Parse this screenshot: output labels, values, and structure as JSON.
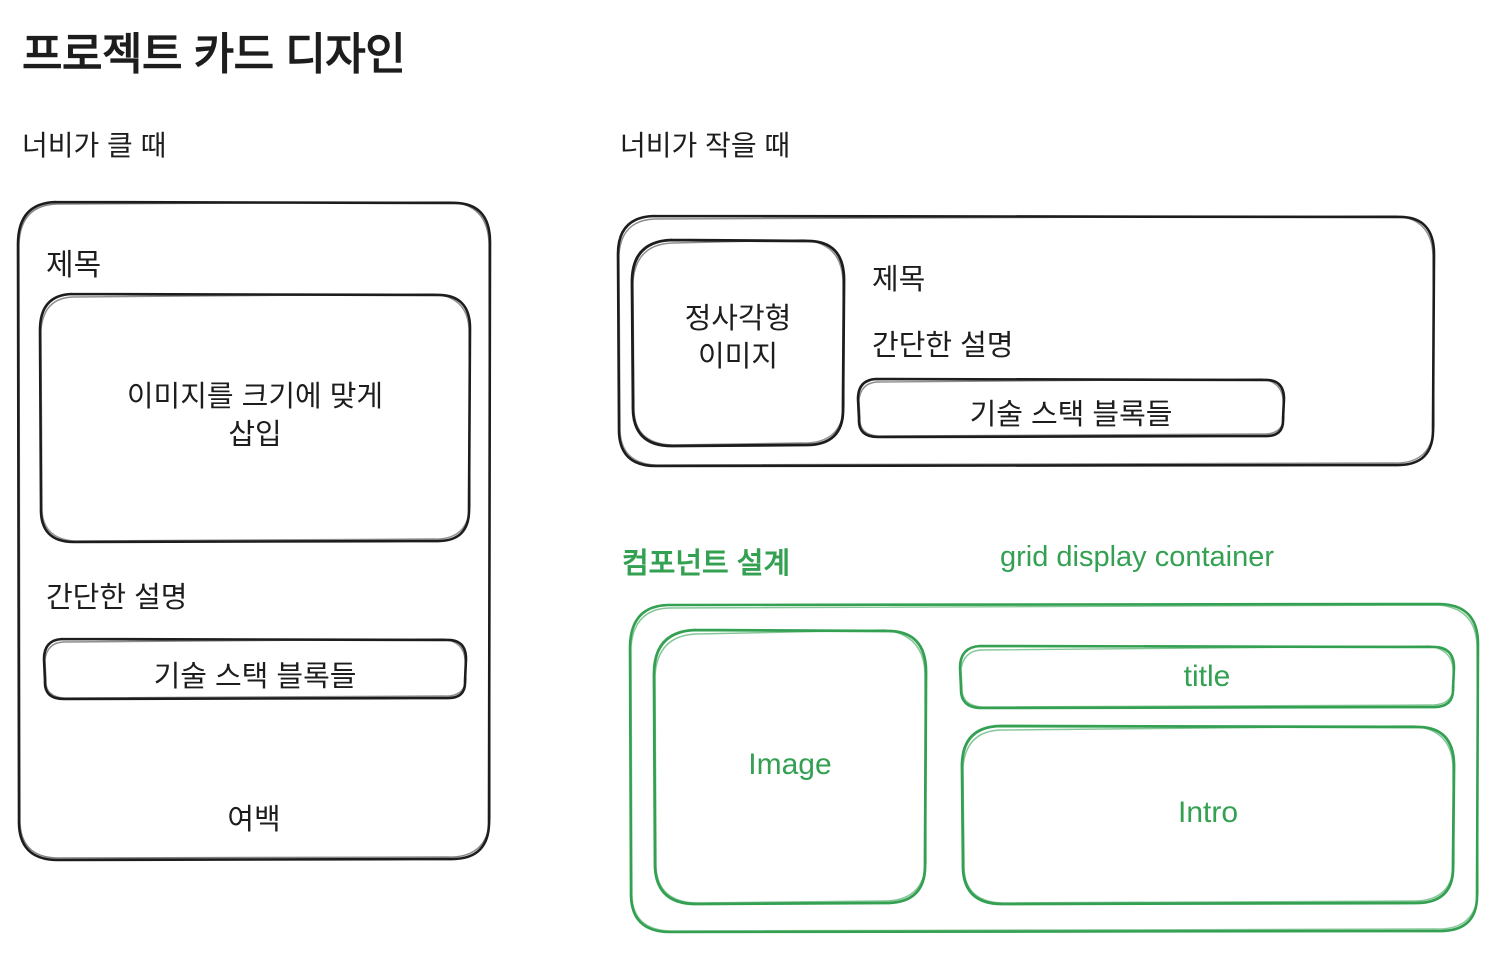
{
  "page": {
    "title": "프로젝트 카드 디자인",
    "background_color": "#ffffff",
    "ink_color": "#1d1d1d",
    "accent_color": "#33a052"
  },
  "sections": {
    "wide": {
      "heading": "너비가 클 때",
      "card": {
        "title": "제목",
        "image_placeholder": "이미지를 크기에 맞게\n삽입",
        "description": "간단한 설명",
        "tech_stack": "기술 스택 블록들",
        "spacer": "여백"
      }
    },
    "narrow": {
      "heading": "너비가 작을 때",
      "card": {
        "image_placeholder": "정사각형\n이미지",
        "title": "제목",
        "description": "간단한 설명",
        "tech_stack": "기술 스택 블록들"
      }
    },
    "component": {
      "heading": "컴포넌트 설계",
      "container_label": "grid display container",
      "boxes": {
        "image": "Image",
        "title": "title",
        "intro": "Intro"
      }
    }
  }
}
